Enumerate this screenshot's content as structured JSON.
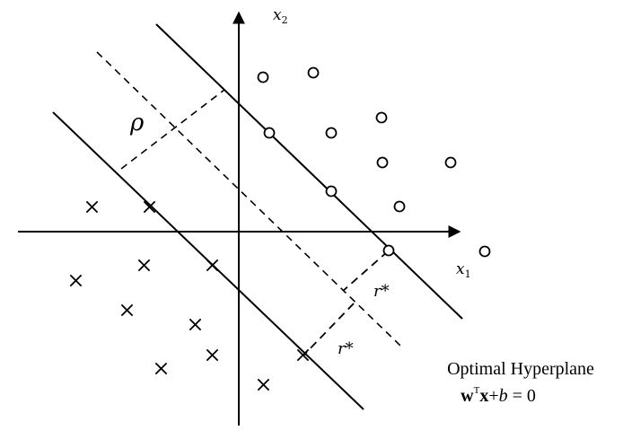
{
  "axes": {
    "x_label": "x",
    "x_sub": "1",
    "y_label": "x",
    "y_sub": "2"
  },
  "margin_label": "ρ",
  "distance_label_upper": "r*",
  "distance_label_lower": "r*",
  "caption": {
    "title": "Optimal Hyperplane",
    "eq_w": "w",
    "eq_T": "T",
    "eq_x": "x",
    "eq_plus": "+",
    "eq_b": "b",
    "eq_rest": " = 0"
  }
}
